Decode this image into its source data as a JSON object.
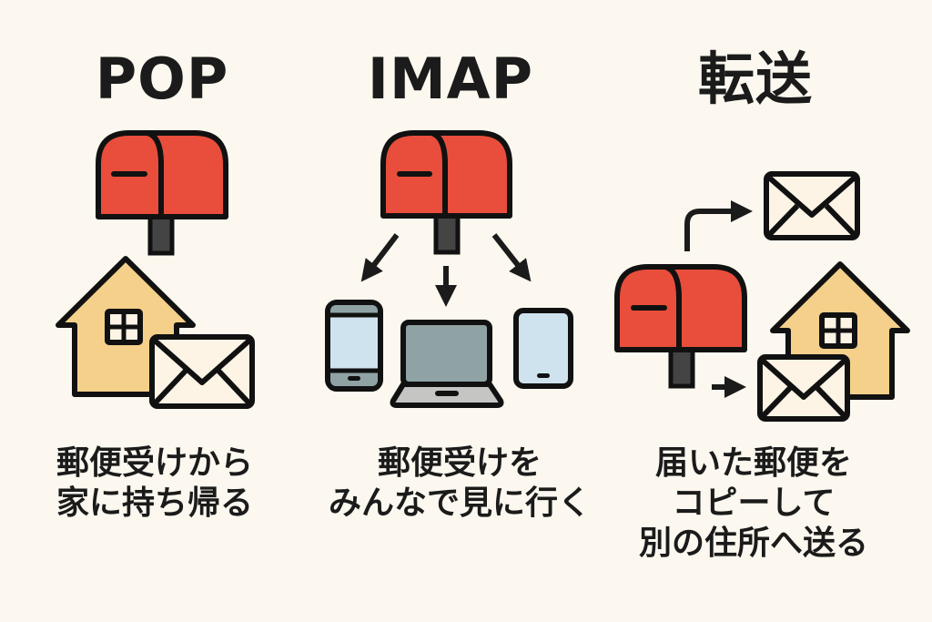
{
  "columns": [
    {
      "id": "pop",
      "title": "POP",
      "caption_lines": [
        "郵便受けから",
        "家に持ち帰る"
      ],
      "icons": [
        "mailbox-icon",
        "house-icon",
        "envelope-icon"
      ]
    },
    {
      "id": "imap",
      "title": "IMAP",
      "caption_lines": [
        "郵便受けを",
        "みんなで見に行く"
      ],
      "icons": [
        "mailbox-icon",
        "arrow-icon",
        "smartphone-icon",
        "laptop-icon",
        "tablet-icon"
      ]
    },
    {
      "id": "forward",
      "title": "転送",
      "caption_lines": [
        "届いた郵便を",
        "コピーして",
        "別の住所へ送る"
      ],
      "icons": [
        "mailbox-icon",
        "arrow-icon",
        "envelope-icon",
        "house-icon"
      ]
    }
  ],
  "colors": {
    "background": "#fcf8ef",
    "mailbox": "#e84e3b",
    "post": "#444444",
    "house": "#f5d08a",
    "envelope": "#fdf4e5",
    "device_screen": "#cfe3ef",
    "laptop_screen": "#8fa3a5",
    "outline": "#111111"
  }
}
